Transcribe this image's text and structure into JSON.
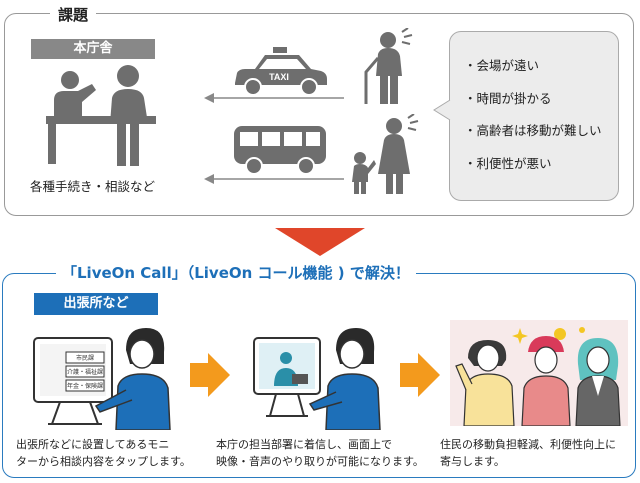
{
  "problem": {
    "heading": "課題",
    "office_label": "本庁舎",
    "office_caption": "各種手続き・相談など",
    "taxi_sign": "TAXI",
    "issues": [
      "・会場が遠い",
      "・時間が掛かる",
      "・高齢者は移動が難しい",
      "・利便性が悪い"
    ]
  },
  "solution": {
    "heading": "「LiveOn Call」（LiveOn コール機能 ) で解決！",
    "branch_label": "出張所など",
    "monitor_buttons": [
      "市民課",
      "介護・福祉課",
      "年金・保険課"
    ],
    "step1_line1": "出張所などに設置してあるモニ",
    "step1_line2": "ターから相談内容をタップします。",
    "step2_line1": "本庁の担当部署に着信し、画面上で",
    "step2_line2": "映像・音声のやり取りが可能になります。",
    "step3_line1": "住民の移動負担軽減、利便性向上に",
    "step3_line2": "寄与します。"
  },
  "colors": {
    "blue": "#1d6fb8",
    "orange": "#f39a1d",
    "red": "#e0462a",
    "gray": "#888888"
  }
}
